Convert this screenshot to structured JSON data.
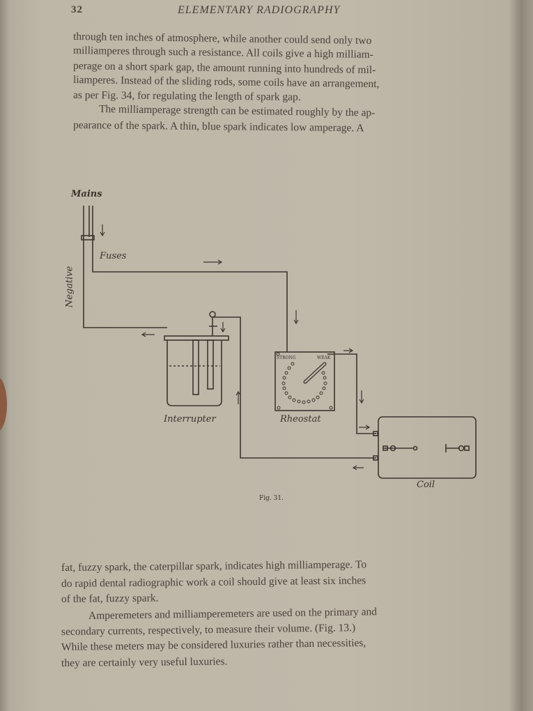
{
  "header": {
    "page_number": "32",
    "running_title": "ELEMENTARY RADIOGRAPHY"
  },
  "top_lines": [
    "through ten inches of atmosphere, while another could send only two",
    "milliamperes through such a resistance.  All coils give a high milliam-",
    "perage on a short spark gap, the amount running into hundreds of mil-",
    "liamperes.  Instead of the sliding rods, some coils have an arrangement,",
    "as per Fig. 34, for regulating the length of spark gap.",
    "The milliamperage strength can be estimated roughly by the ap-",
    "pearance of the spark.  A thin, blue spark indicates low amperage.  A"
  ],
  "figure": {
    "mains": "Mains",
    "negative": "Negative",
    "fuses": "Fuses",
    "interrupter": "Interrupter",
    "rheostat": "Rheostat",
    "strong": "STRONG",
    "weak": "WEAK",
    "coil": "Coil",
    "caption": "Fig. 31."
  },
  "bottom_lines": [
    "fat, fuzzy spark, the caterpillar spark, indicates high milliamperage.  To",
    "do rapid dental radiographic work a coil should give at least six inches",
    "of the fat, fuzzy spark.",
    "Amperemeters and milliamperemeters are used on the primary and",
    "secondary currents, respectively, to measure their volume.  (Fig. 13.)",
    "While these meters may be considered luxuries rather than necessities,",
    "they are certainly very useful luxuries."
  ]
}
